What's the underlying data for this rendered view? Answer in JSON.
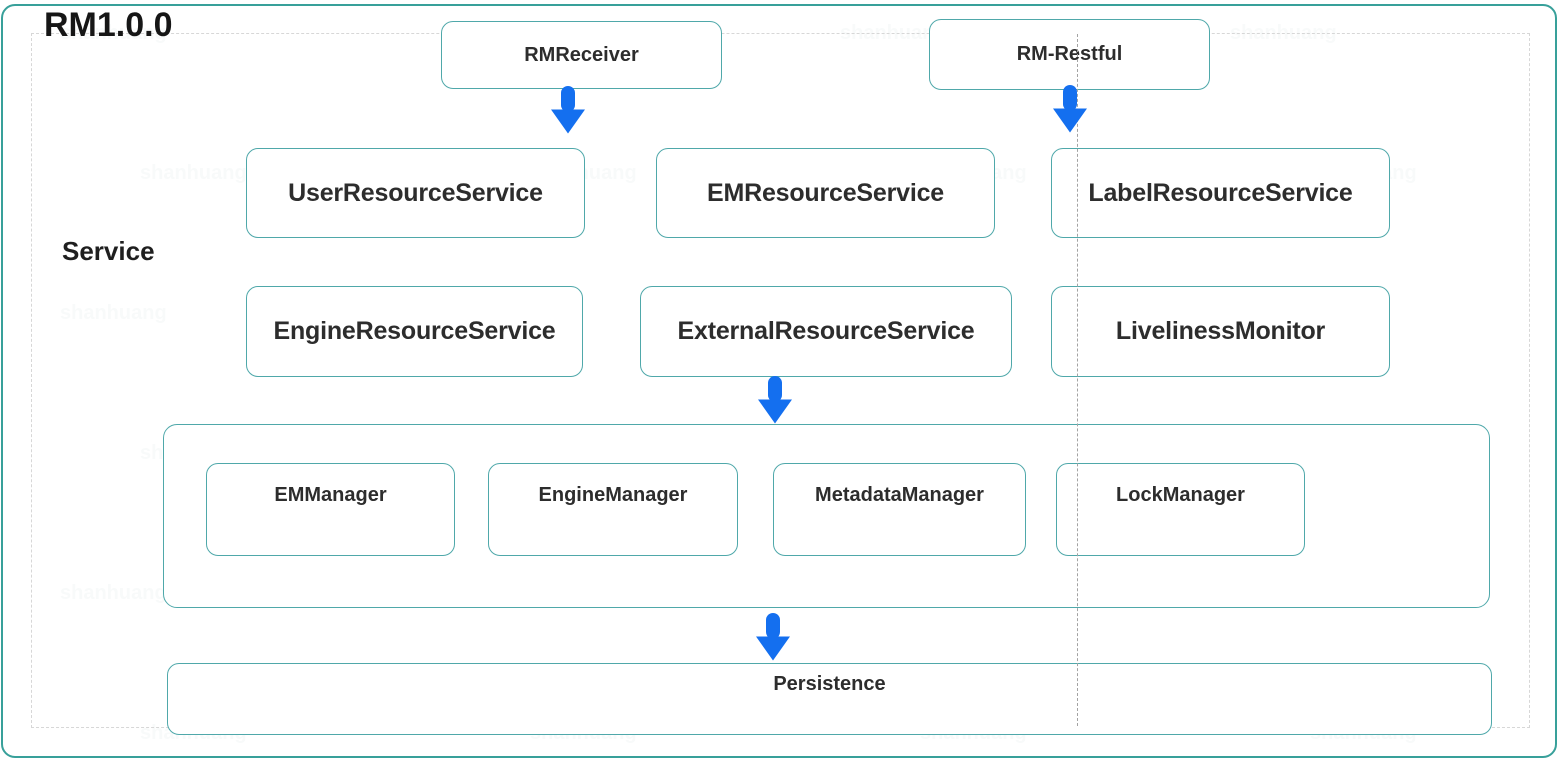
{
  "title": "RM1.0.0",
  "section_label": "Service",
  "watermark": {
    "text": "shanhuang"
  },
  "nodes": {
    "rm_receiver": "RMReceiver",
    "rm_restful": "RM-Restful",
    "user_resource_service": "UserResourceService",
    "em_resource_service": "EMResourceService",
    "label_resource_service": "LabelResourceService",
    "engine_resource_service": "EngineResourceService",
    "external_resource_service": "ExternalResourceService",
    "liveliness_monitor": "LivelinessMonitor",
    "em_manager": "EMManager",
    "engine_manager": "EngineManager",
    "metadata_manager": "MetadataManager",
    "lock_manager": "LockManager",
    "persistence": "Persistence"
  },
  "colors": {
    "frame_teal": "#38A09A",
    "node_border_teal": "#4FA8AA",
    "arrow_blue": "#146FEF"
  }
}
